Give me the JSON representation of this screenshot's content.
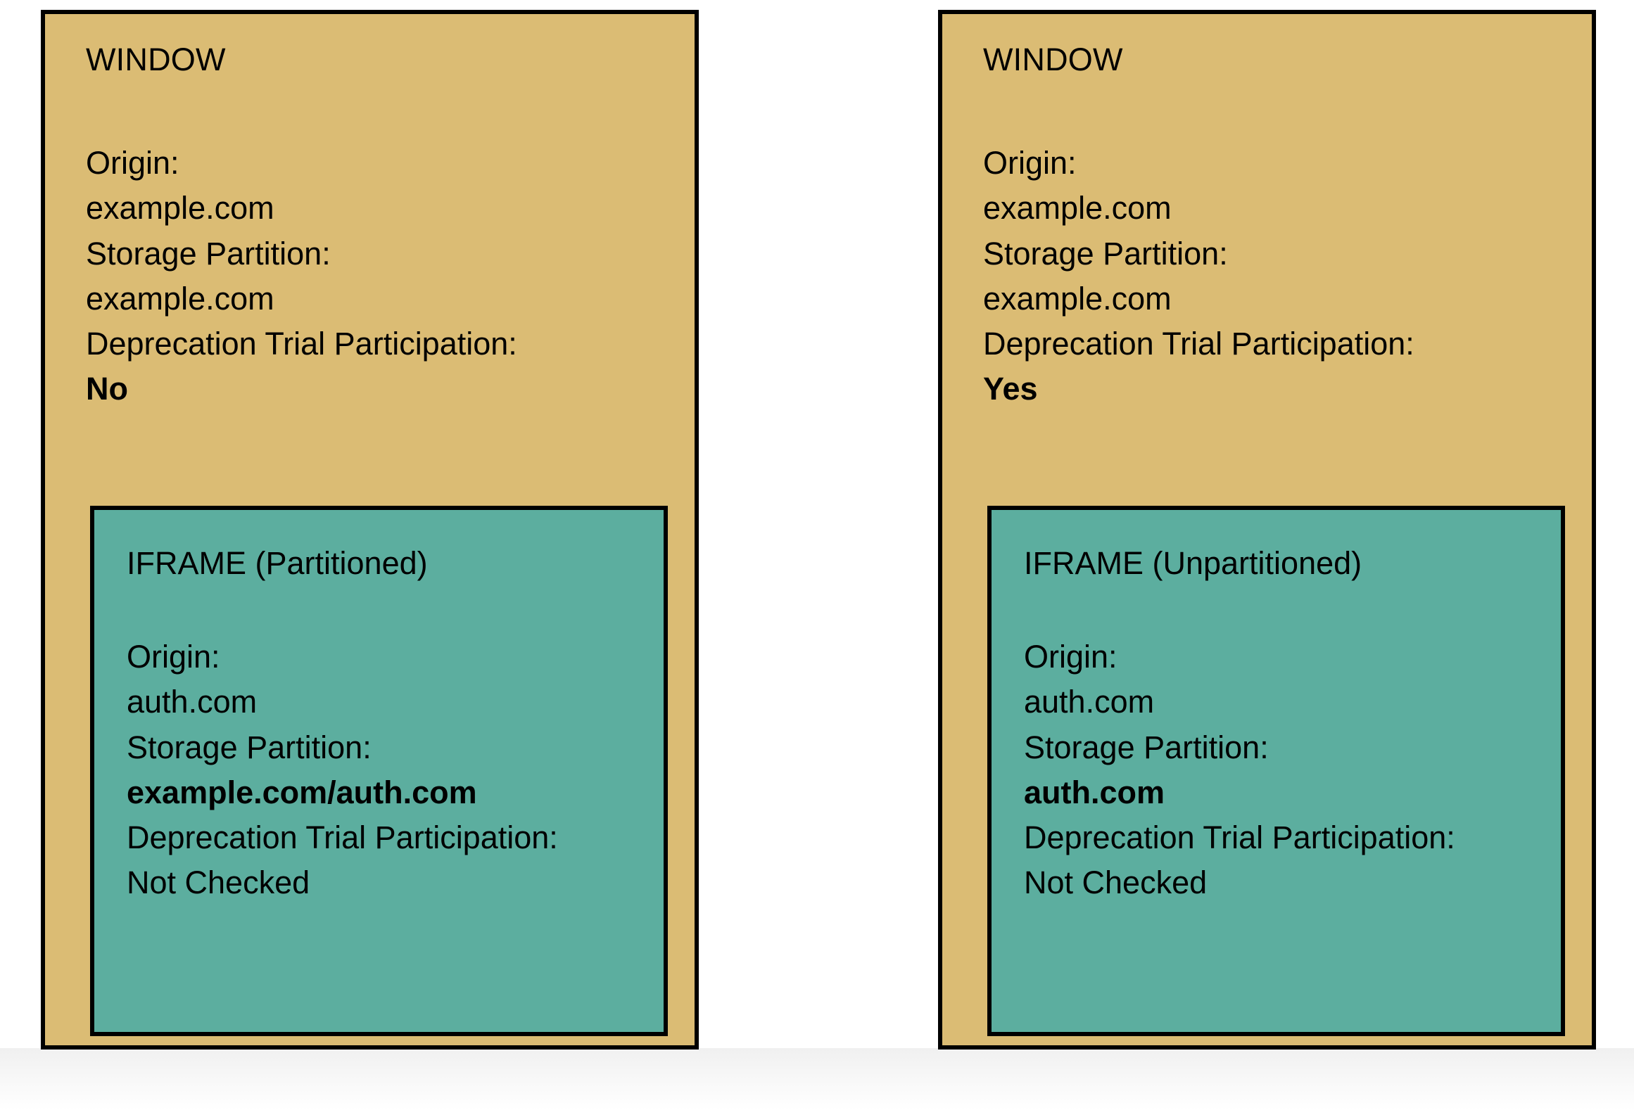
{
  "figure": {
    "colors": {
      "window_fill": "#dbbc74",
      "iframe_fill": "#5cae9f",
      "border": "#000000",
      "text": "#000000",
      "page_background": "#ffffff"
    }
  },
  "panels": [
    {
      "id": "left",
      "window": {
        "title": "WINDOW",
        "fields": [
          {
            "key": "Origin:",
            "value": "example.com",
            "bold": false
          },
          {
            "key": "Storage Partition:",
            "value": "example.com",
            "bold": false
          },
          {
            "key": "Deprecation Trial Participation:",
            "value": "No",
            "bold": true
          }
        ]
      },
      "iframe": {
        "title": "IFRAME (Partitioned)",
        "fields": [
          {
            "key": "Origin:",
            "value": "auth.com",
            "bold": false
          },
          {
            "key": "Storage Partition:",
            "value": "example.com/auth.com",
            "bold": true
          },
          {
            "key": "Deprecation Trial Participation:",
            "value": "Not Checked",
            "bold": false
          }
        ]
      }
    },
    {
      "id": "right",
      "window": {
        "title": "WINDOW",
        "fields": [
          {
            "key": "Origin:",
            "value": "example.com",
            "bold": false
          },
          {
            "key": "Storage Partition:",
            "value": "example.com",
            "bold": false
          },
          {
            "key": "Deprecation Trial Participation:",
            "value": "Yes",
            "bold": true
          }
        ]
      },
      "iframe": {
        "title": "IFRAME (Unpartitioned)",
        "fields": [
          {
            "key": "Origin:",
            "value": "auth.com",
            "bold": false
          },
          {
            "key": "Storage Partition:",
            "value": "auth.com",
            "bold": true
          },
          {
            "key": "Deprecation Trial Participation:",
            "value": "Not Checked",
            "bold": false
          }
        ]
      }
    }
  ]
}
